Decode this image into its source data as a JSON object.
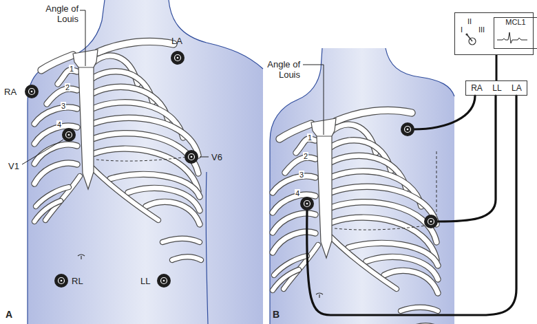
{
  "diagram": {
    "nodes": [
      {
        "text": [
          "I",
          "II",
          "III"
        ]
      },
      {
        "text": [
          "MCL1"
        ],
        "in": 0
      },
      {
        "text": [
          "RA",
          "LL",
          "LA"
        ]
      }
    ],
    "edges": [
      {
        "from": 0,
        "to": 2,
        "arrow": "none"
      }
    ],
    "labels": [
      "Angle of Louis",
      "LA",
      "RA",
      "1",
      "2",
      "3",
      "4",
      "V1",
      "V6",
      "RL",
      "LL",
      "Angle of Louis",
      "1",
      "2",
      "3",
      "4",
      "A",
      "B"
    ]
  }
}
